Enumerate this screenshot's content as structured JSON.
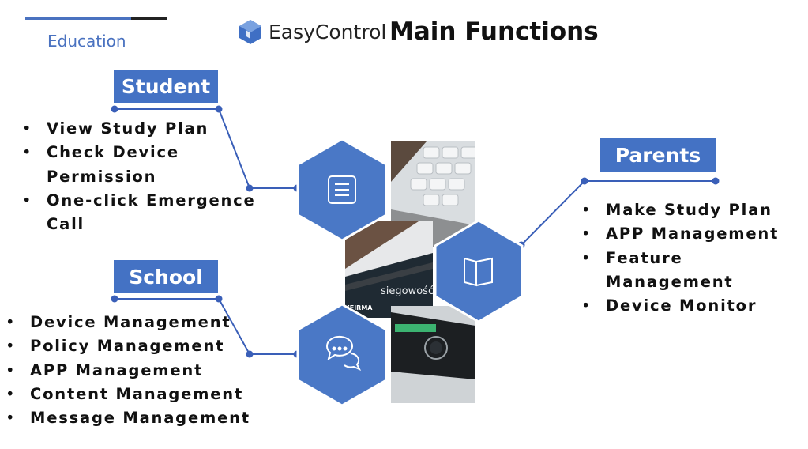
{
  "header": {
    "section_label": "Education",
    "brand": "EasyControl",
    "title": "Main Functions"
  },
  "student": {
    "label": "Student",
    "items": [
      "View Study Plan",
      "Check Device Permission",
      "One-click Emergence Call"
    ]
  },
  "school": {
    "label": "School",
    "items": [
      "Device Management",
      "Policy Management",
      "APP Management",
      "Content Management",
      "Message Management"
    ]
  },
  "parents": {
    "label": "Parents",
    "items": [
      "Make Study Plan",
      "APP Management",
      "Feature Management",
      "Device Monitor"
    ]
  },
  "photo_text": {
    "firma": "iFIRMA",
    "banner": "siegowość fa"
  },
  "icons": {
    "student": "document-icon",
    "parents": "book-icon",
    "school": "chat-bubbles-icon"
  },
  "colors": {
    "accent": "#4472c4",
    "hexagon": "#4a78c6",
    "text": "#111111"
  }
}
